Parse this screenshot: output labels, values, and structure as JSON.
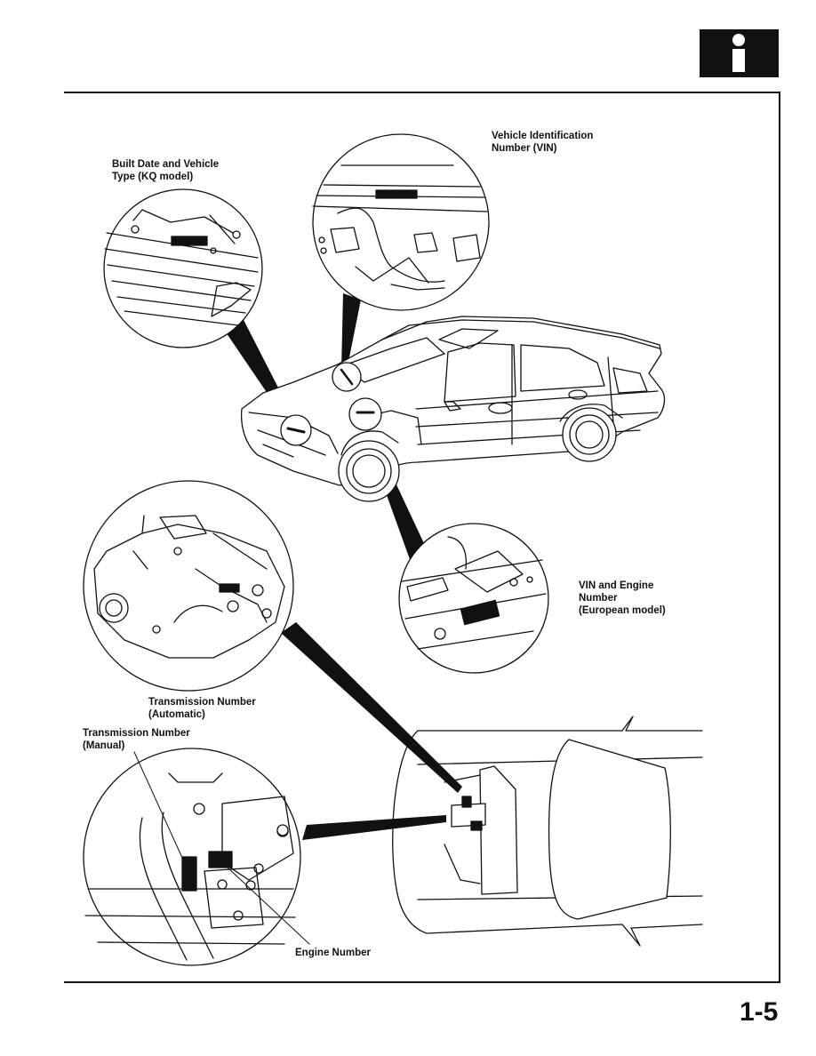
{
  "header": {
    "section_icon": "info-icon"
  },
  "labels": {
    "built_date": "Built Date and Vehicle\nType (KQ model)",
    "vin": "Vehicle Identification\nNumber (VIN)",
    "vin_engine": "VIN and Engine\nNumber\n(European model)",
    "trans_auto": "Transmission Number\n(Automatic)",
    "trans_manual": "Transmission Number\n(Manual)",
    "engine_number": "Engine Number"
  },
  "footer": {
    "page_number": "1-5"
  }
}
